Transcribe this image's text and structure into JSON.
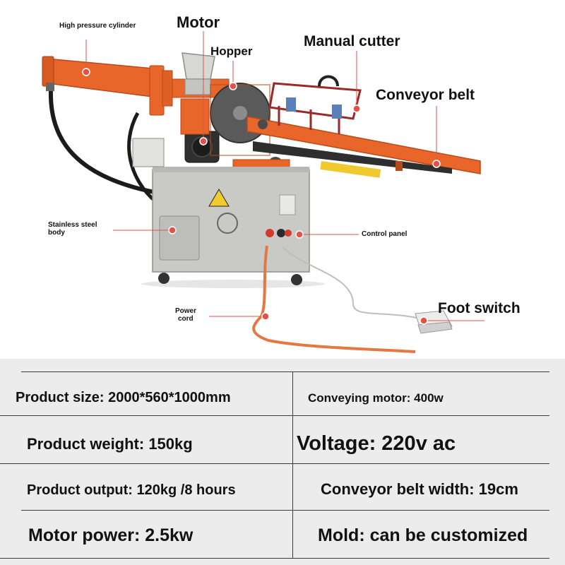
{
  "callouts": {
    "high_pressure_cylinder": "High pressure cylinder",
    "motor": "Motor",
    "hopper": "Hopper",
    "manual_cutter": "Manual cutter",
    "conveyor_belt": "Conveyor belt",
    "stainless_steel_body_line1": "Stainless steel",
    "stainless_steel_body_line2": "body",
    "control_panel": "Control panel",
    "power_cord_line1": "Power",
    "power_cord_line2": "cord",
    "foot_switch": "Foot switch"
  },
  "specs": {
    "product_size": "Product size: 2000*560*1000mm",
    "conveying_motor": "Conveying motor: 400w",
    "product_weight": "Product weight: 150kg",
    "voltage": "Voltage: 220v ac",
    "product_output": "Product output: 120kg /8 hours",
    "conveyor_belt_width": "Conveyor belt width: 19cm",
    "motor_power": "Motor power: 2.5kw",
    "mold": "Mold: can be customized"
  },
  "colors": {
    "machine_orange": "#e8662a",
    "stainless_steel": "#c9c9c6",
    "callout_line": "#e0524a",
    "spec_background": "#ececec"
  }
}
